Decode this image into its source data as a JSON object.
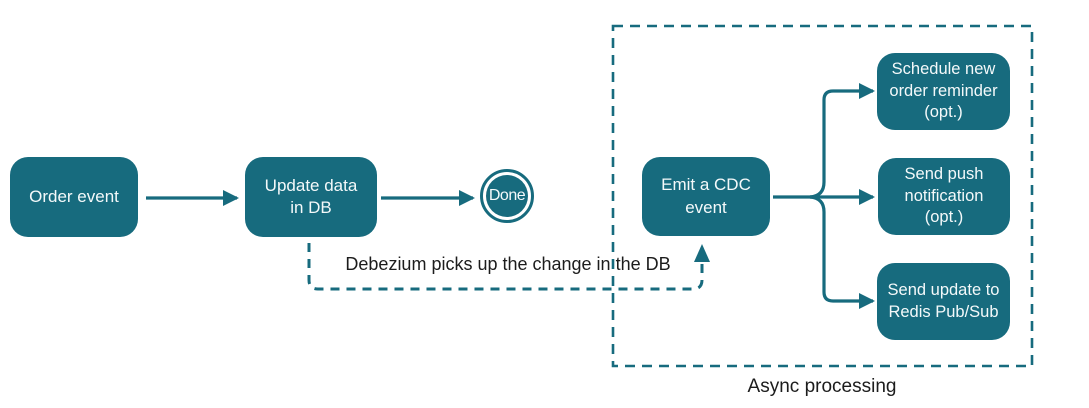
{
  "title": "Order event CDC flow diagram",
  "colors": {
    "node_fill": "#176B7E",
    "connector": "#176B7E",
    "node_text": "#F4F9FA",
    "label_text": "#1C1C1C",
    "background": "#FFFFFF"
  },
  "nodes": {
    "order_event": {
      "label": "Order event"
    },
    "update_db": {
      "label": "Update data\nin DB"
    },
    "done": {
      "label": "Done"
    },
    "emit_cdc": {
      "label": "Emit a CDC\nevent"
    },
    "schedule_reminder": {
      "label": "Schedule new\norder reminder\n(opt.)"
    },
    "send_push": {
      "label": "Send push\nnotification\n(opt.)"
    },
    "send_redis": {
      "label": "Send update to\nRedis Pub/Sub"
    }
  },
  "labels": {
    "debezium": "Debezium picks up the change in the DB",
    "async_group": "Async processing"
  },
  "edges": [
    {
      "from": "order_event",
      "to": "update_db",
      "style": "solid-arrow"
    },
    {
      "from": "update_db",
      "to": "done",
      "style": "solid-arrow"
    },
    {
      "from": "update_db",
      "to": "emit_cdc",
      "style": "dashed-arrow",
      "label": "Debezium picks up the change in the DB"
    },
    {
      "from": "emit_cdc",
      "to": "schedule_reminder",
      "style": "solid-arrow"
    },
    {
      "from": "emit_cdc",
      "to": "send_push",
      "style": "solid-arrow"
    },
    {
      "from": "emit_cdc",
      "to": "send_redis",
      "style": "solid-arrow"
    }
  ],
  "groups": [
    {
      "name": "async_processing",
      "label": "Async processing",
      "style": "dashed-border",
      "members": [
        "emit_cdc",
        "schedule_reminder",
        "send_push",
        "send_redis"
      ]
    }
  ]
}
